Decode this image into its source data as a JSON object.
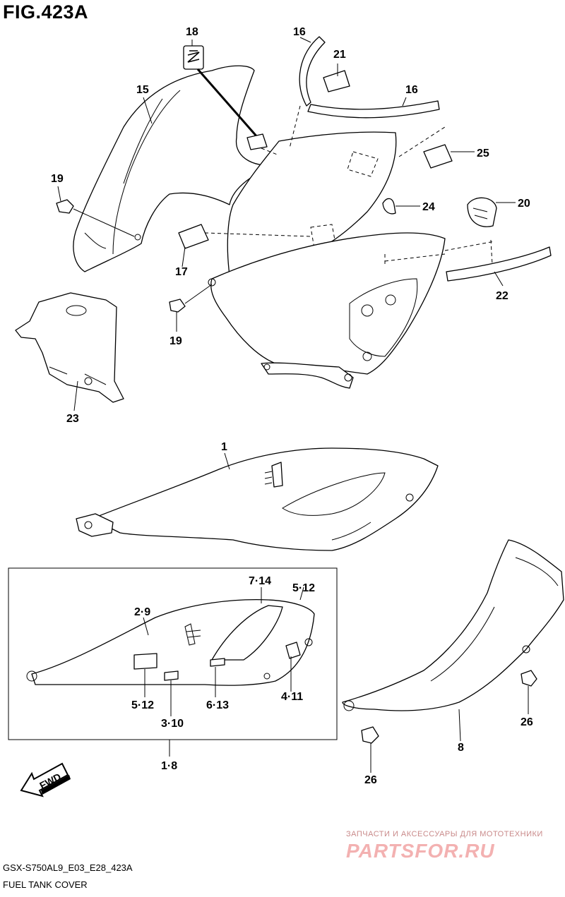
{
  "figure_title": "FIG.423A",
  "footer": {
    "model_code": "GSX-S750AL9_E03_E28_423A",
    "section_name": "FUEL TANK COVER"
  },
  "watermark": {
    "tagline": "ЗАПЧАСТИ И АКСЕССУАРЫ ДЛЯ МОТОТЕХНИКИ",
    "brand": "PARTSFOR.RU"
  },
  "direction_arrow_label": "FWD",
  "callouts": {
    "c1": "1",
    "c15": "15",
    "c16a": "16",
    "c16b": "16",
    "c17": "17",
    "c18": "18",
    "c19a": "19",
    "c19b": "19",
    "c20": "20",
    "c21": "21",
    "c22": "22",
    "c23": "23",
    "c24": "24",
    "c25": "25",
    "c26a": "26",
    "c26b": "26",
    "c8": "8",
    "c2_9": "2·9",
    "c7_14": "7·14",
    "c5_12a": "5·12",
    "c5_12b": "5·12",
    "c6_13": "6·13",
    "c3_10": "3·10",
    "c4_11": "4·11",
    "c1_8": "1·8"
  },
  "icons": [
    "suzuki-emblem-icon",
    "fwd-arrow-icon"
  ]
}
